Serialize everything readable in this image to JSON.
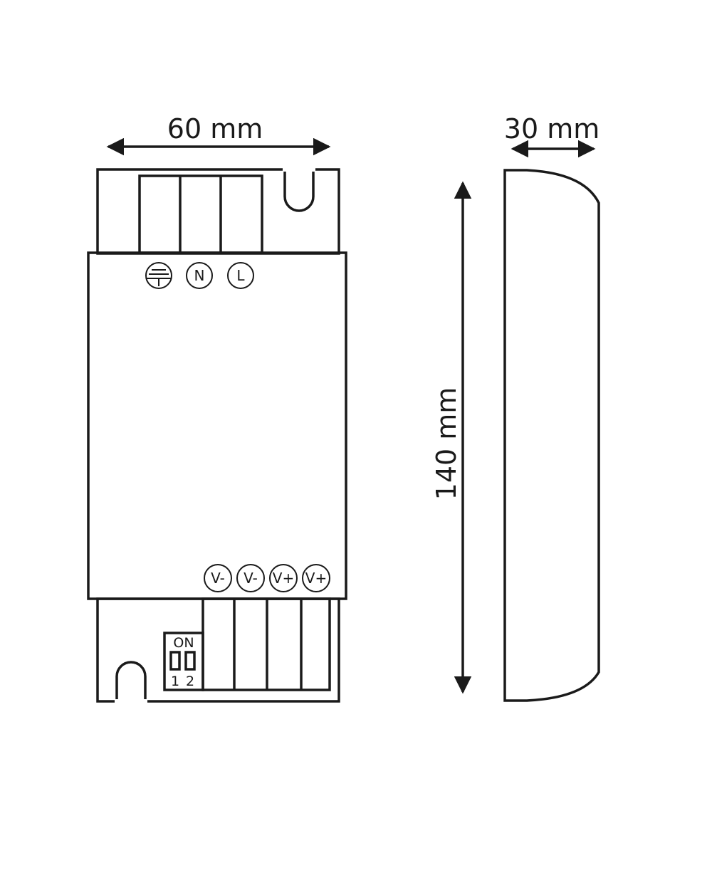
{
  "dimensions": {
    "width": "60 mm",
    "depth": "30 mm",
    "height": "140 mm"
  },
  "input_terminals": [
    "N",
    "L"
  ],
  "ground_symbol": "earth-ground-icon",
  "output_terminals": [
    "V-",
    "V-",
    "V+",
    "V+"
  ],
  "dip_switch": {
    "label": "ON",
    "switch_1": "1",
    "switch_2": "2"
  }
}
